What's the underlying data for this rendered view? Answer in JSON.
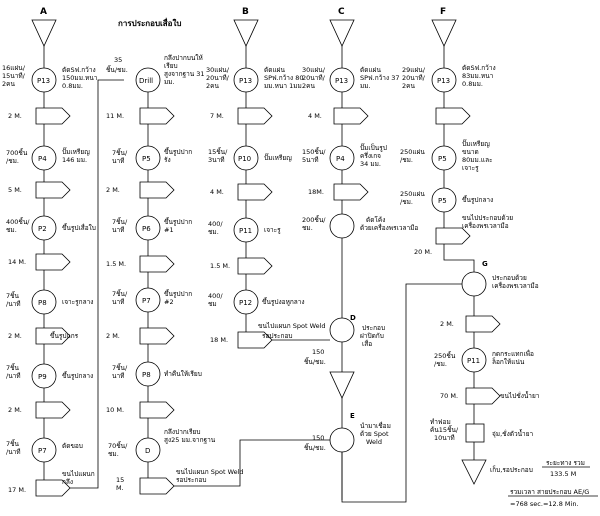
{
  "title": "การประกอบเสื่อใบ",
  "columns": {
    "A": "A",
    "B": "B",
    "C": "C",
    "F": "F"
  },
  "colA": {
    "top_qty": "16แผ่น/ 15นาที/ 2คน",
    "p13": "P13",
    "p13_note": "ตัดSฟ.กว้าง 150มม.หนา 0.8มม.",
    "d1": "2 M.",
    "q_p4": "700ชิ้น /ชม.",
    "p4": "P4",
    "p4_note": "ปั๊มเหรียญ 146 มม.",
    "d2": "5 M.",
    "q_p2": "400ชิ้น /ชม.",
    "p2": "P2",
    "p2_note": "ขึ้นรูปเสื่อใบ",
    "d3": "14 M.",
    "q_p8": "7ชิ้น /นาที",
    "p8": "P8",
    "p8_note": "เจาะรูกลาง",
    "d4": "2 M.",
    "d4_note": "ขึ้นรูปแกร",
    "q_p9": "7ชิ้น /นาที",
    "p9": "P9",
    "p9_note": "ขึ้นรูปกลาง",
    "d5": "2 M.",
    "q_p7": "7ชิ้น /นาที",
    "p7": "P7",
    "p7_note": "ตัดขอบ",
    "d6": "17 M.",
    "d6_note": "ขนไปแผนก กลึง"
  },
  "colDrill": {
    "top_qty": "35 ชิ้น/ชม.",
    "drill": "Drill",
    "drill_note": "กลึงปากบนให้ เรียบ สูงจากฐาน 31 มม.",
    "d1": "11 M.",
    "q_p5": "7ชิ้น/ นาที",
    "p5": "P5",
    "p5_note": "ขึ้นรูปปาก รัง",
    "d2": "2 M.",
    "q_p6": "7ชิ้น/ นาที",
    "p6": "P6",
    "p6_note": "ขึ้นรูปปาก #1",
    "d3": "1.5 M.",
    "q_p7": "7ชิ้น/ นาที",
    "p7": "P7",
    "p7_note": "ขึ้นรูปปาก #2",
    "d4": "2 M.",
    "q_p8": "7ชิ้น/ นาที",
    "p8": "P8",
    "p8_note": "ทำคืนให้เรียบ",
    "d5": "10 M.",
    "q_d": "70ชิ้น/ ชม.",
    "dnode": "D",
    "d_note": "กลึงปากเรียบ สูง25 มม.จากฐาน",
    "d6": "15 M.",
    "d6_note": "ขนไปแผนก Spot Weld รอประกอบ"
  },
  "colB": {
    "top_qty": "30แผ่น/ 20นาที/ 2คน",
    "p13": "P13",
    "p13_note": "ตัดแผ่น SPฟ.กว้าง 80 มม.หนา 1มม.",
    "d1": "7 M.",
    "q_p10": "15ชิ้น/ 3นาที",
    "p10": "P10",
    "p10_note": "ปั๊มเหรียญ",
    "d2": "4 M.",
    "q_p11": "400/ ชม.",
    "p11": "P11",
    "p11_note": "เจาะรู",
    "d3": "1.5 M.",
    "q_p12": "400/ ชม",
    "p12": "P12",
    "p12_note": "ขึ้นรูปงอหูกลาง",
    "d4": "18 M.",
    "d4_note": "ขนไปแผนก Spot Weld รอประกอบ"
  },
  "colC": {
    "top_qty": "30แผ่น/ 20นาที/ 2คน",
    "p13": "P13",
    "p13_note": "ตัดแผ่น SPฟ.กว้าง 37 มม.",
    "d1": "4 M.",
    "q_p4": "150ชิ้น/ 5นาที",
    "p4": "P4",
    "p4_note": "ปั๊มเป็นรูป ครึ่งเกจ 34 มม.",
    "d2": "18M.",
    "q_ring": "200ชิ้น/ ชม.",
    "ring_note": "ดัดโค้ง ด้วยเครื่องพรเวลามือ"
  },
  "colF": {
    "top_qty": "29แผ่น/ 20นาที/ 2คน",
    "p13": "P13",
    "p13_note": "ตัดSฟ.กว้าง 83มม.หนา 0.8มม.",
    "q_p5a": "250แผ่น /ชม.",
    "p5a": "P5",
    "p5a_note": "ปั๊มเหรียญ ขนาด 80มม.และ เจาะรู",
    "q_p5b": "250แผ่น /ชม.",
    "p5b": "P5",
    "p5b_note": "ขึ้นรูปกลาง",
    "d1": "20 M.",
    "d1_note": "ขนไปประกอบด้วย เครื่องพรเวลามือ"
  },
  "nodeD": {
    "label": "D",
    "note": "ประกอบ ฝาปิดกับ เสื่อ",
    "qty": "150 ชิ้น/ชม."
  },
  "nodeE": {
    "label": "E",
    "note": "นำมาเชื่อม ด้วย Spot Weld",
    "qty": "150 ชิ้น/ชม."
  },
  "nodeG": {
    "label": "G",
    "g_note": "ประกอบด้วย เครื่องพรเวลามือ",
    "d1": "2 M.",
    "q_p11": "250ชิ้น /ชม.",
    "p11": "P11",
    "p11_note": "กดกระแทกเพื่อ ล็อกให้แน่น",
    "d2": "70 M.",
    "d2_note": "ขนไปชั่งน้ำยา",
    "q_final": "ทำฟอม ค้น15ชิ้น/ 10นาที",
    "final_note": "จุ่ม,ชั่งตัวน้ำยา",
    "end_note": "เก็บ,รอประกอบ"
  },
  "summary": {
    "dist_label": "ระยะทาง รวม",
    "dist_value": "133.5 M",
    "time_label": "รวมเวลา สายประกอบ AE/G",
    "time_value": "=768 sec.=12.8 Min."
  }
}
